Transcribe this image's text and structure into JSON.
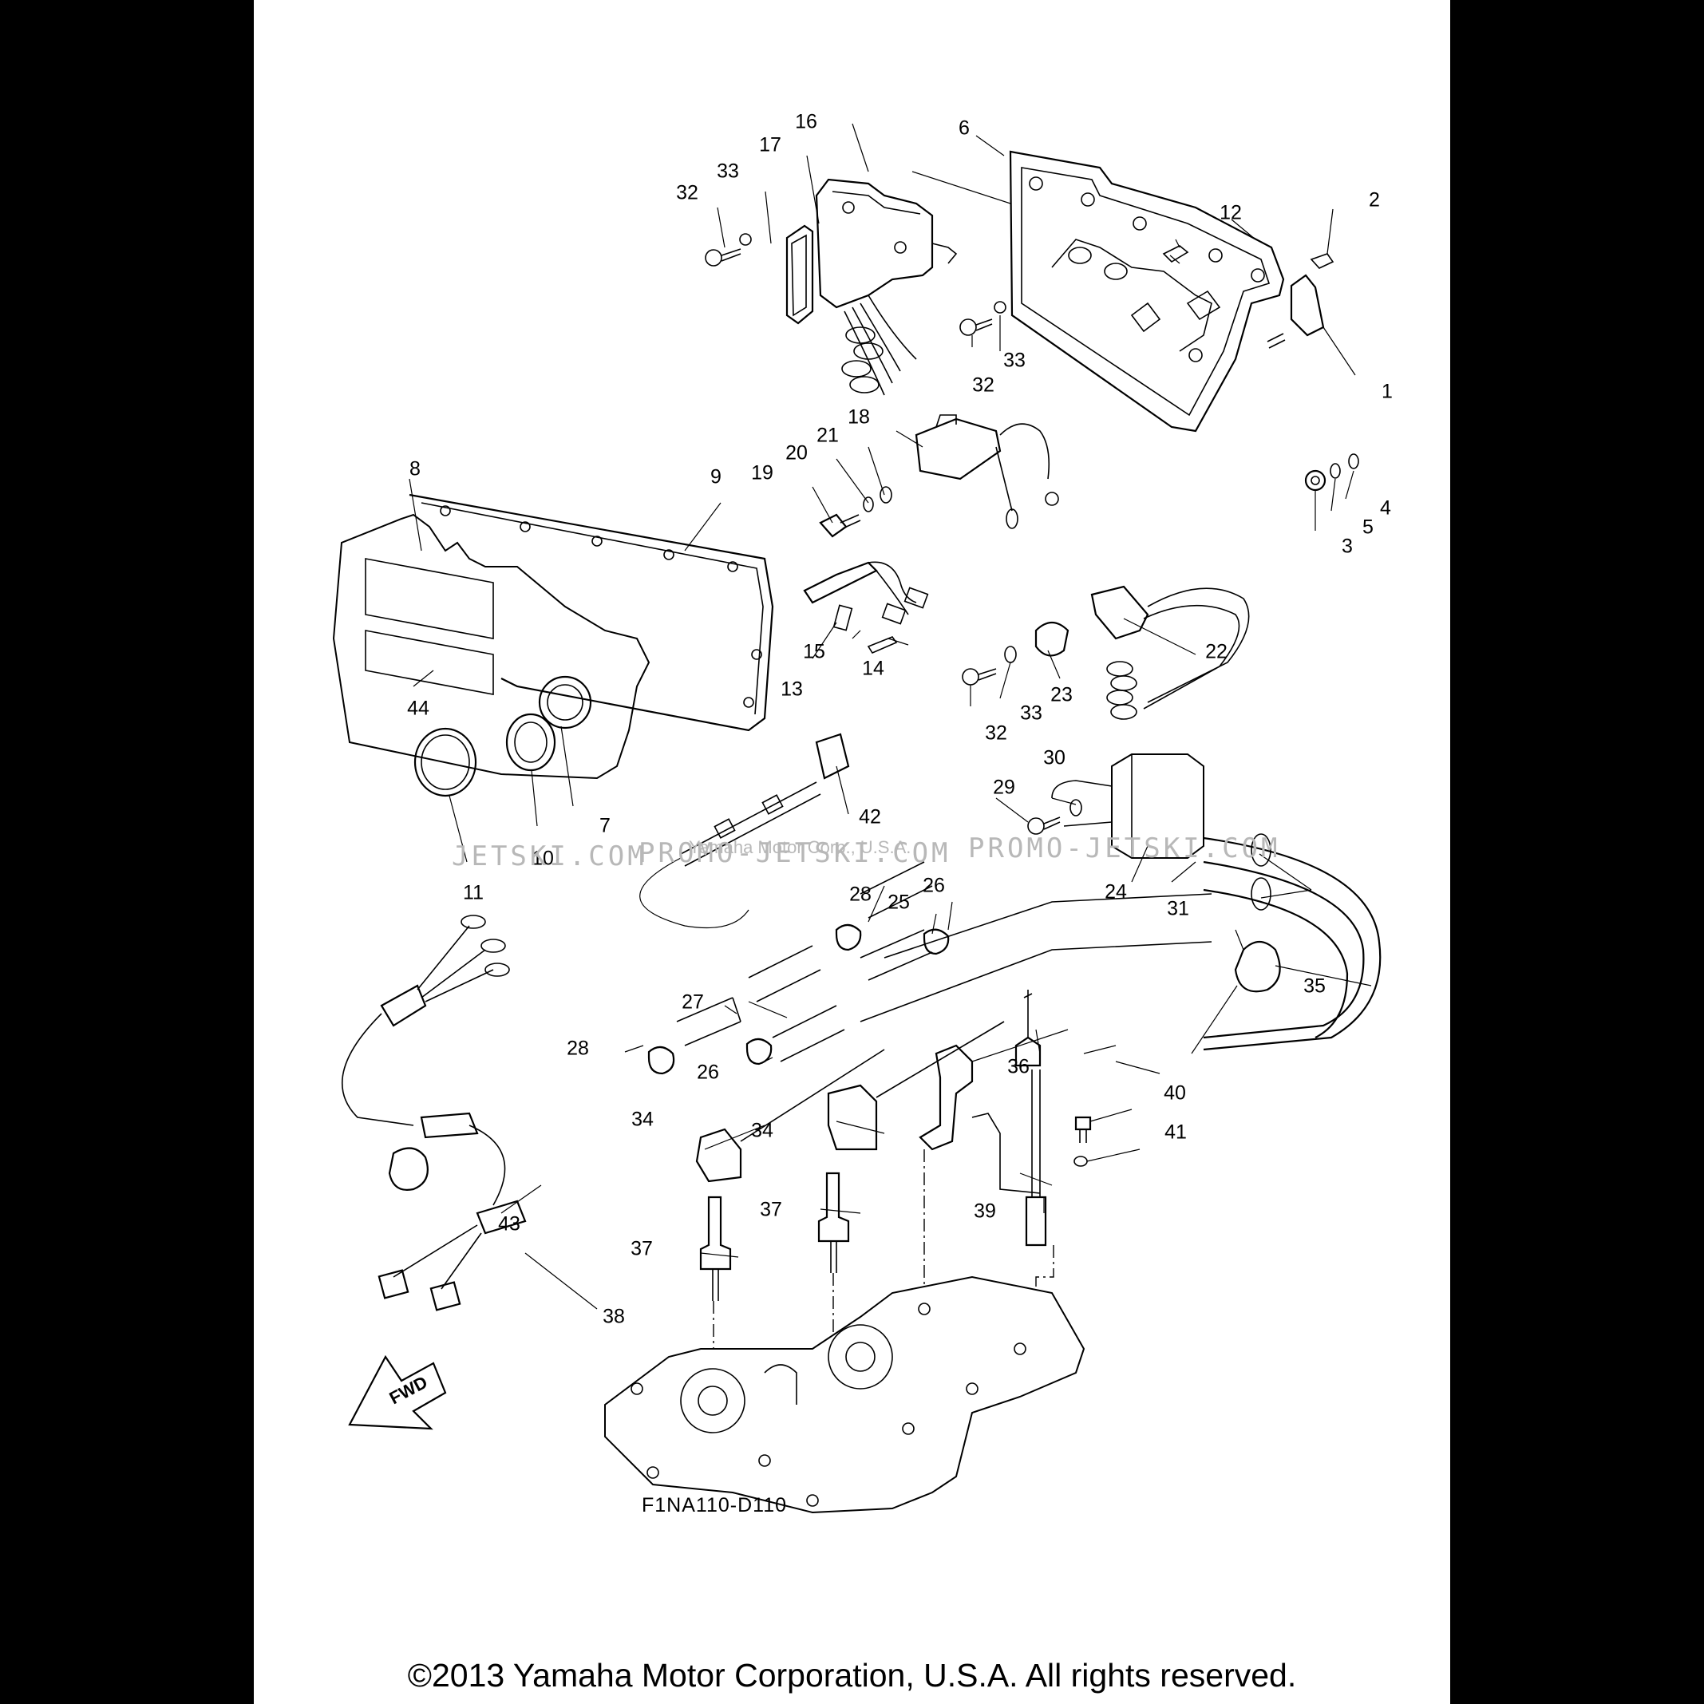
{
  "diagram": {
    "code": "F1NA110-D110",
    "fwd_label": "FWD",
    "callouts": [
      "1",
      "2",
      "3",
      "4",
      "5",
      "6",
      "7",
      "8",
      "9",
      "10",
      "11",
      "12",
      "13",
      "14",
      "15",
      "16",
      "17",
      "18",
      "19",
      "20",
      "21",
      "22",
      "23",
      "24",
      "25",
      "26",
      "26",
      "27",
      "28",
      "28",
      "29",
      "30",
      "31",
      "32",
      "32",
      "32",
      "33",
      "33",
      "33",
      "34",
      "34",
      "35",
      "36",
      "37",
      "37",
      "38",
      "39",
      "40",
      "41",
      "42",
      "43",
      "44"
    ]
  },
  "watermark": {
    "left": "JETSKI.COM",
    "center": "PROMO-JETSKI.COM",
    "center_overlay": "Yamaha Motor Corp., U.S.A.",
    "right": "PROMO-JETSKI.COM"
  },
  "footer": {
    "copyright": "©2013 Yamaha Motor Corporation, U.S.A. All rights reserved."
  }
}
